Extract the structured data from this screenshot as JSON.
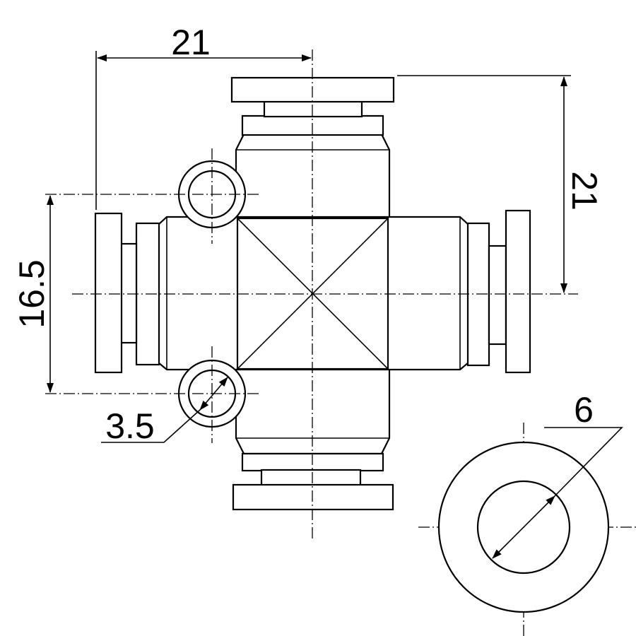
{
  "dimensions": {
    "top_width": "21",
    "right_height": "21",
    "hole_spacing": "16.5",
    "hole_diameter": "3.5",
    "tube_diameter": "6"
  }
}
